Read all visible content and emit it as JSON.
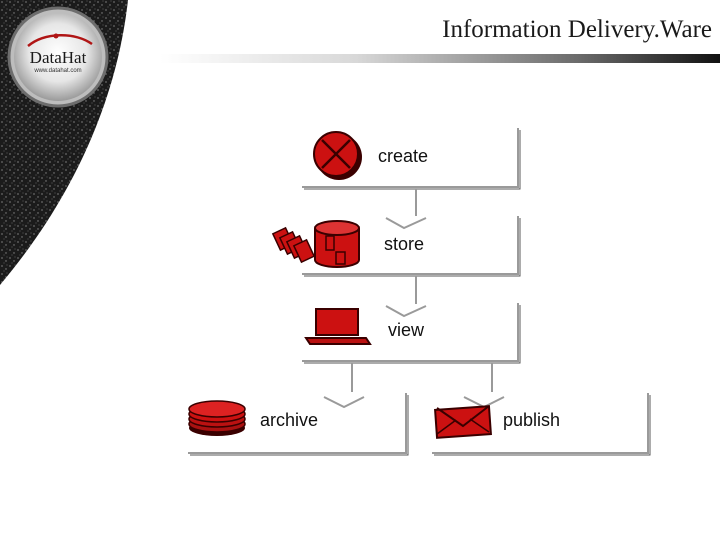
{
  "header": {
    "title": "Information Delivery.Ware"
  },
  "logo": {
    "name": "DataHat",
    "url": "www.datahat.com"
  },
  "diagram": {
    "steps": [
      {
        "id": "create",
        "label": "create",
        "icon": "red-circle-x-icon"
      },
      {
        "id": "store",
        "label": "store",
        "icon": "database-cylinder-icon"
      },
      {
        "id": "view",
        "label": "view",
        "icon": "laptop-icon"
      },
      {
        "id": "archive",
        "label": "archive",
        "icon": "disk-stack-icon"
      },
      {
        "id": "publish",
        "label": "publish",
        "icon": "envelope-icon"
      }
    ],
    "colors": {
      "icon_red": "#cc1111",
      "icon_dark": "#3a0000",
      "frame": "#9a9a9a",
      "frame_shadow": "#5a5a5a"
    }
  }
}
